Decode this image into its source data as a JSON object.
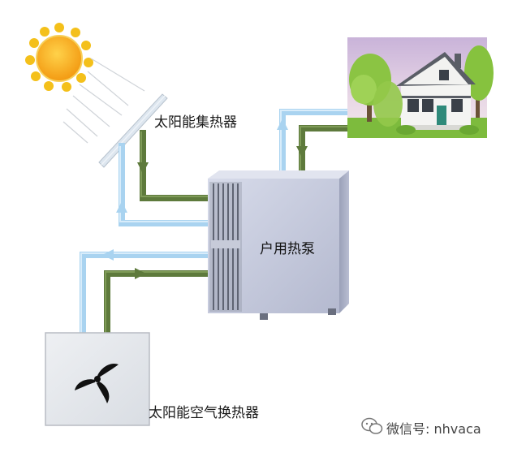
{
  "labels": {
    "solar_collector": "太阳能集热器",
    "household_heat_pump": "户用热泵",
    "solar_air_heat_exchanger": "太阳能空气换热器"
  },
  "watermark": {
    "text": "微信号: nhvaca",
    "icon": "wechat-icon"
  },
  "colors": {
    "supply_pipe": "#a9d3f0",
    "return_pipe": "#5e7a3c",
    "heat_pump_body": "#c4c9dc",
    "sun": "#f6a21a"
  },
  "icons": [
    "sun-icon",
    "solar-panel-icon",
    "house-icon",
    "heat-pump-icon",
    "fan-icon",
    "wechat-icon"
  ]
}
